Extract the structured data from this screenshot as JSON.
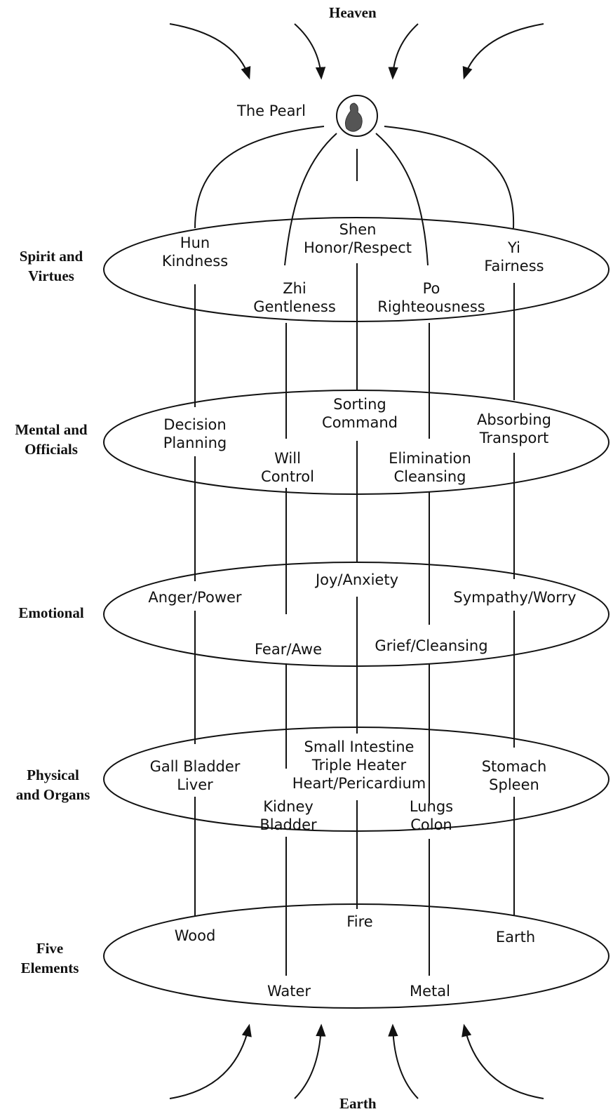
{
  "top_label": "Heaven",
  "bottom_label": "Earth",
  "pearl_label": "The Pearl",
  "levels": [
    {
      "title": [
        "Spirit and",
        "Virtues"
      ],
      "items": {
        "hun": [
          "Hun",
          "Kindness"
        ],
        "shen": [
          "Shen",
          "Honor/Respect"
        ],
        "yi": [
          "Yi",
          "Fairness"
        ],
        "zhi": [
          "Zhi",
          "Gentleness"
        ],
        "po": [
          "Po",
          "Righteousness"
        ]
      }
    },
    {
      "title": [
        "Mental and",
        "Officials"
      ],
      "items": {
        "decision": [
          "Decision",
          "Planning"
        ],
        "sorting": [
          "Sorting",
          "Command"
        ],
        "absorbing": [
          "Absorbing",
          "Transport"
        ],
        "will": [
          "Will",
          "Control"
        ],
        "elimination": [
          "Elimination",
          "Cleansing"
        ]
      }
    },
    {
      "title": [
        "Emotional"
      ],
      "items": {
        "anger": [
          "Anger/Power"
        ],
        "joy": [
          "Joy/Anxiety"
        ],
        "sympathy": [
          "Sympathy/Worry"
        ],
        "fear": [
          "Fear/Awe"
        ],
        "grief": [
          "Grief/Cleansing"
        ]
      }
    },
    {
      "title": [
        "Physical",
        "and Organs"
      ],
      "items": {
        "gallbladder": [
          "Gall Bladder",
          "Liver"
        ],
        "smallintestine": [
          "Small Intestine",
          "Triple Heater",
          "Heart/Pericardium"
        ],
        "stomach": [
          "Stomach",
          "Spleen"
        ],
        "kidney": [
          "Kidney",
          "Bladder"
        ],
        "lungs": [
          "Lungs",
          "Colon"
        ]
      }
    },
    {
      "title": [
        "Five",
        "Elements"
      ],
      "items": {
        "wood": [
          "Wood"
        ],
        "fire": [
          "Fire"
        ],
        "earth": [
          "Earth"
        ],
        "water": [
          "Water"
        ],
        "metal": [
          "Metal"
        ]
      }
    }
  ]
}
